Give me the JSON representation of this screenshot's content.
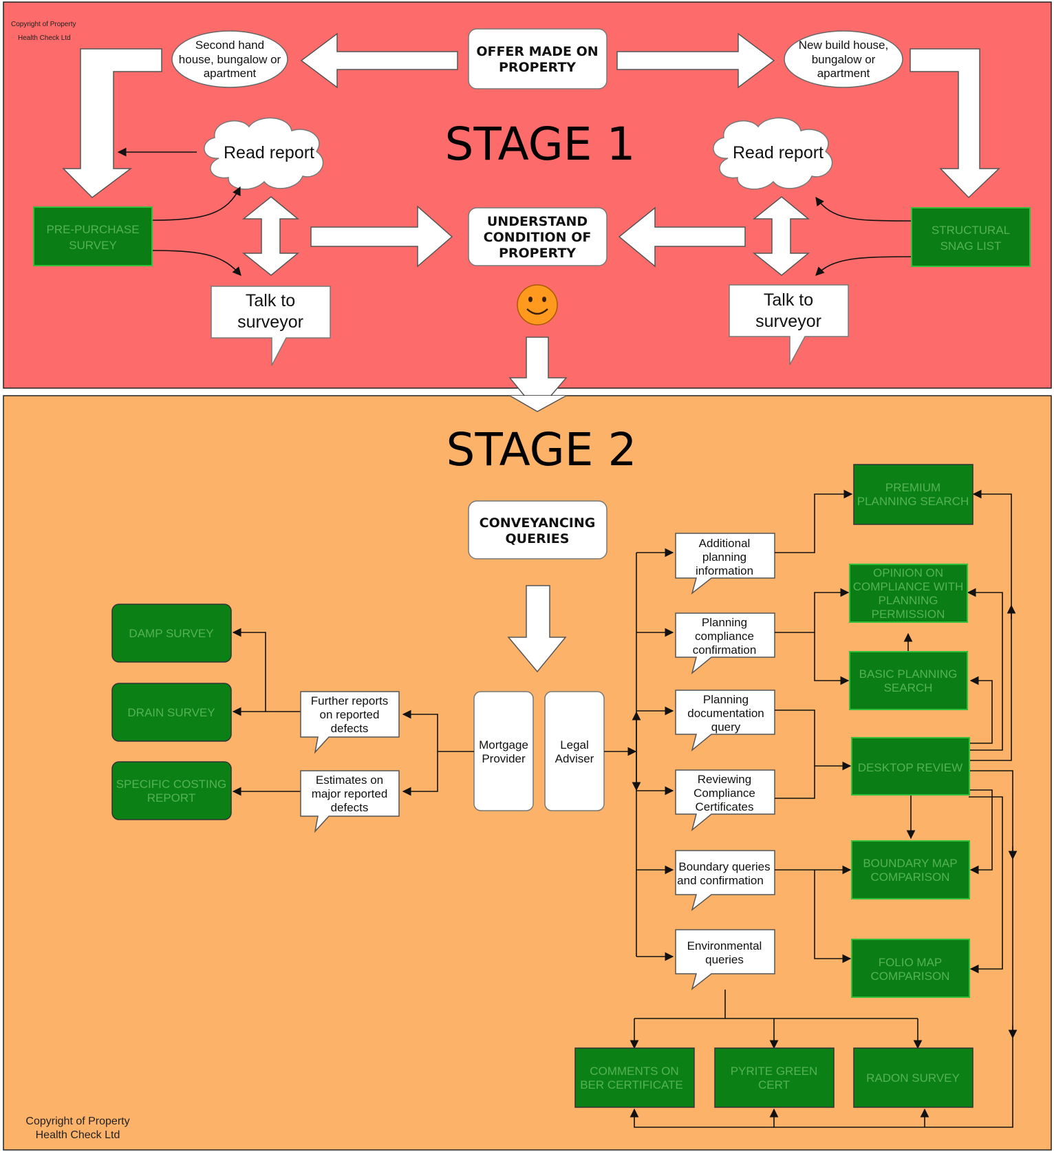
{
  "copyright_small": [
    "Copyright of Property",
    "Health Check Ltd"
  ],
  "copyright_bottom": [
    "Copyright of Property",
    "Health Check Ltd"
  ],
  "colors": {
    "stage1_bg": "#fd6b6a",
    "stage2_bg": "#fdb269",
    "green_box": "#0a7d14",
    "green_text": "#55b255",
    "smiley": "#ff9a1f"
  },
  "stage1": {
    "title": "STAGE 1",
    "offer": [
      "OFFER MADE ON",
      "PROPERTY"
    ],
    "second_hand": [
      "Second hand",
      "house, bungalow or",
      "apartment"
    ],
    "new_build": [
      "New build house,",
      "bungalow or",
      "apartment"
    ],
    "read_report_left": "Read report",
    "read_report_right": "Read report",
    "pre_purchase": [
      "PRE-PURCHASE",
      "SURVEY"
    ],
    "structural": [
      "STRUCTURAL",
      "SNAG LIST"
    ],
    "understand": [
      "UNDERSTAND",
      "CONDITION OF",
      "PROPERTY"
    ],
    "talk_left": [
      "Talk to",
      "surveyor"
    ],
    "talk_right": [
      "Talk to",
      "surveyor"
    ]
  },
  "stage2": {
    "title": "STAGE 2",
    "conveyancing": [
      "CONVEYANCING",
      "QUERIES"
    ],
    "mortgage": [
      "Mortgage",
      "Provider"
    ],
    "legal": [
      "Legal",
      "Adviser"
    ],
    "further_reports": [
      "Further reports",
      "on reported",
      "defects"
    ],
    "estimates": [
      "Estimates on",
      "major reported",
      "defects"
    ],
    "damp": "DAMP SURVEY",
    "drain": "DRAIN SURVEY",
    "costing": [
      "SPECIFIC COSTING",
      "REPORT"
    ],
    "additional_planning": [
      "Additional",
      "planning",
      "information"
    ],
    "planning_compliance": [
      "Planning",
      "compliance",
      "confirmation"
    ],
    "planning_documentation": [
      "Planning",
      "documentation",
      "query"
    ],
    "reviewing_compliance": [
      "Reviewing",
      "Compliance",
      "Certificates"
    ],
    "boundary_queries": [
      "Boundary queries",
      "and confirmation"
    ],
    "environmental": [
      "Environmental",
      "queries"
    ],
    "premium_planning": [
      "PREMIUM",
      "PLANNING SEARCH"
    ],
    "opinion_compliance": [
      "OPINION ON",
      "COMPLIANCE WITH",
      "PLANNING",
      "PERMISSION"
    ],
    "basic_planning": [
      "BASIC PLANNING",
      "SEARCH"
    ],
    "desktop_review": "DESKTOP REVIEW",
    "boundary_map": [
      "BOUNDARY MAP",
      "COMPARISON"
    ],
    "folio_map": [
      "FOLIO MAP",
      "COMPARISON"
    ],
    "ber_comments": [
      "COMMENTS ON",
      "BER CERTIFICATE"
    ],
    "pyrite": [
      "PYRITE GREEN",
      "CERT"
    ],
    "radon": "RADON SURVEY"
  }
}
